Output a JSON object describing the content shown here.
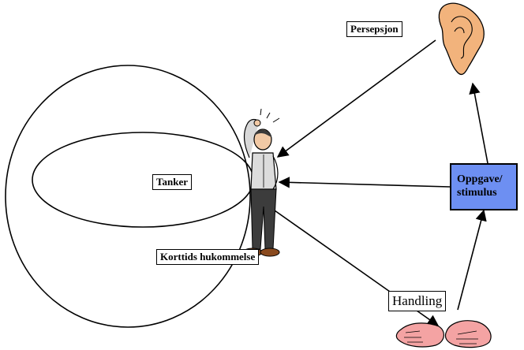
{
  "labels": {
    "perception": "Persepsjon",
    "thoughts": "Tanker",
    "short_term_memory": "Korttids hukommelse",
    "action": "Handling",
    "task_line1": "Oppgave/",
    "task_line2": "stimulus"
  },
  "colors": {
    "task_box_fill": "#6d8ff2",
    "ear_fill": "#f2b37c",
    "hands_fill": "#f4a3a3",
    "line": "#000000"
  },
  "icons": [
    "person-thinking-icon",
    "ear-icon",
    "hands-icon"
  ]
}
